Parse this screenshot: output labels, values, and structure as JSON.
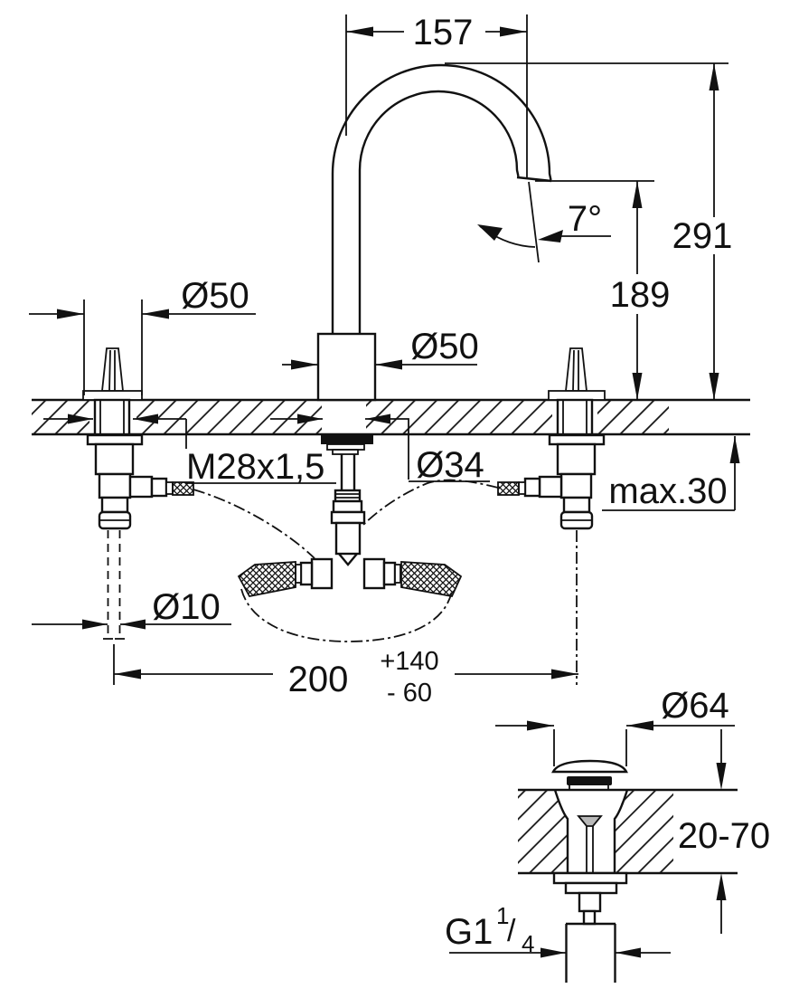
{
  "page": {
    "background": "#ffffff",
    "ink": "#111111",
    "title": "Three-hole basin mixer installation drawing with pop-up waste"
  },
  "labels": {
    "spout_reach": "157",
    "height_total": "291",
    "height_to_outlet": "189",
    "outlet_angle": "7°",
    "handle_escutcheon_dia": "Ø50",
    "spout_base_dia": "Ø50",
    "shank_thread": "M28x1,5",
    "deck_hole_dia": "Ø34",
    "deck_thickness_max": "max.30",
    "supply_pipe_dia": "Ø10",
    "hole_spacing": "200",
    "hole_spacing_tol_plus": "+140",
    "hole_spacing_tol_minus": "- 60",
    "waste_flange_dia": "Ø64",
    "waste_deck_thickness_range": "20-70",
    "waste_thread_base": "G1",
    "waste_thread_sup": "1",
    "waste_thread_slash": "/",
    "waste_thread_sub": "4"
  }
}
